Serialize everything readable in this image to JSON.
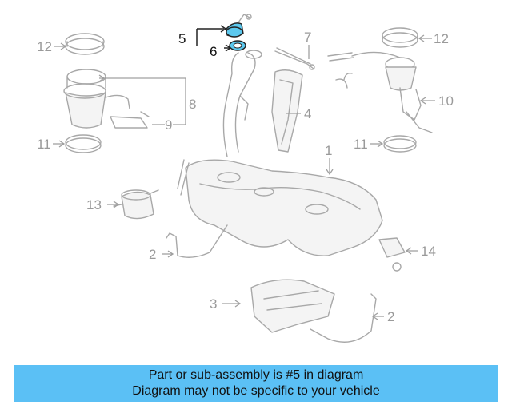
{
  "callouts": {
    "c1": "1",
    "c2a": "2",
    "c2b": "2",
    "c3": "3",
    "c4": "4",
    "c5": "5",
    "c6": "6",
    "c7": "7",
    "c8": "8",
    "c9": "9",
    "c10": "10",
    "c11a": "11",
    "c11b": "11",
    "c12a": "12",
    "c12b": "12",
    "c13": "13",
    "c14": "14"
  },
  "banner": {
    "line1": "Part or sub-assembly is #5 in diagram",
    "line2": "Diagram may not be specific to your vehicle"
  },
  "colors": {
    "highlight": "#5cc8ee",
    "banner": "#5bc0f5",
    "part_line": "#a8a8a8"
  }
}
